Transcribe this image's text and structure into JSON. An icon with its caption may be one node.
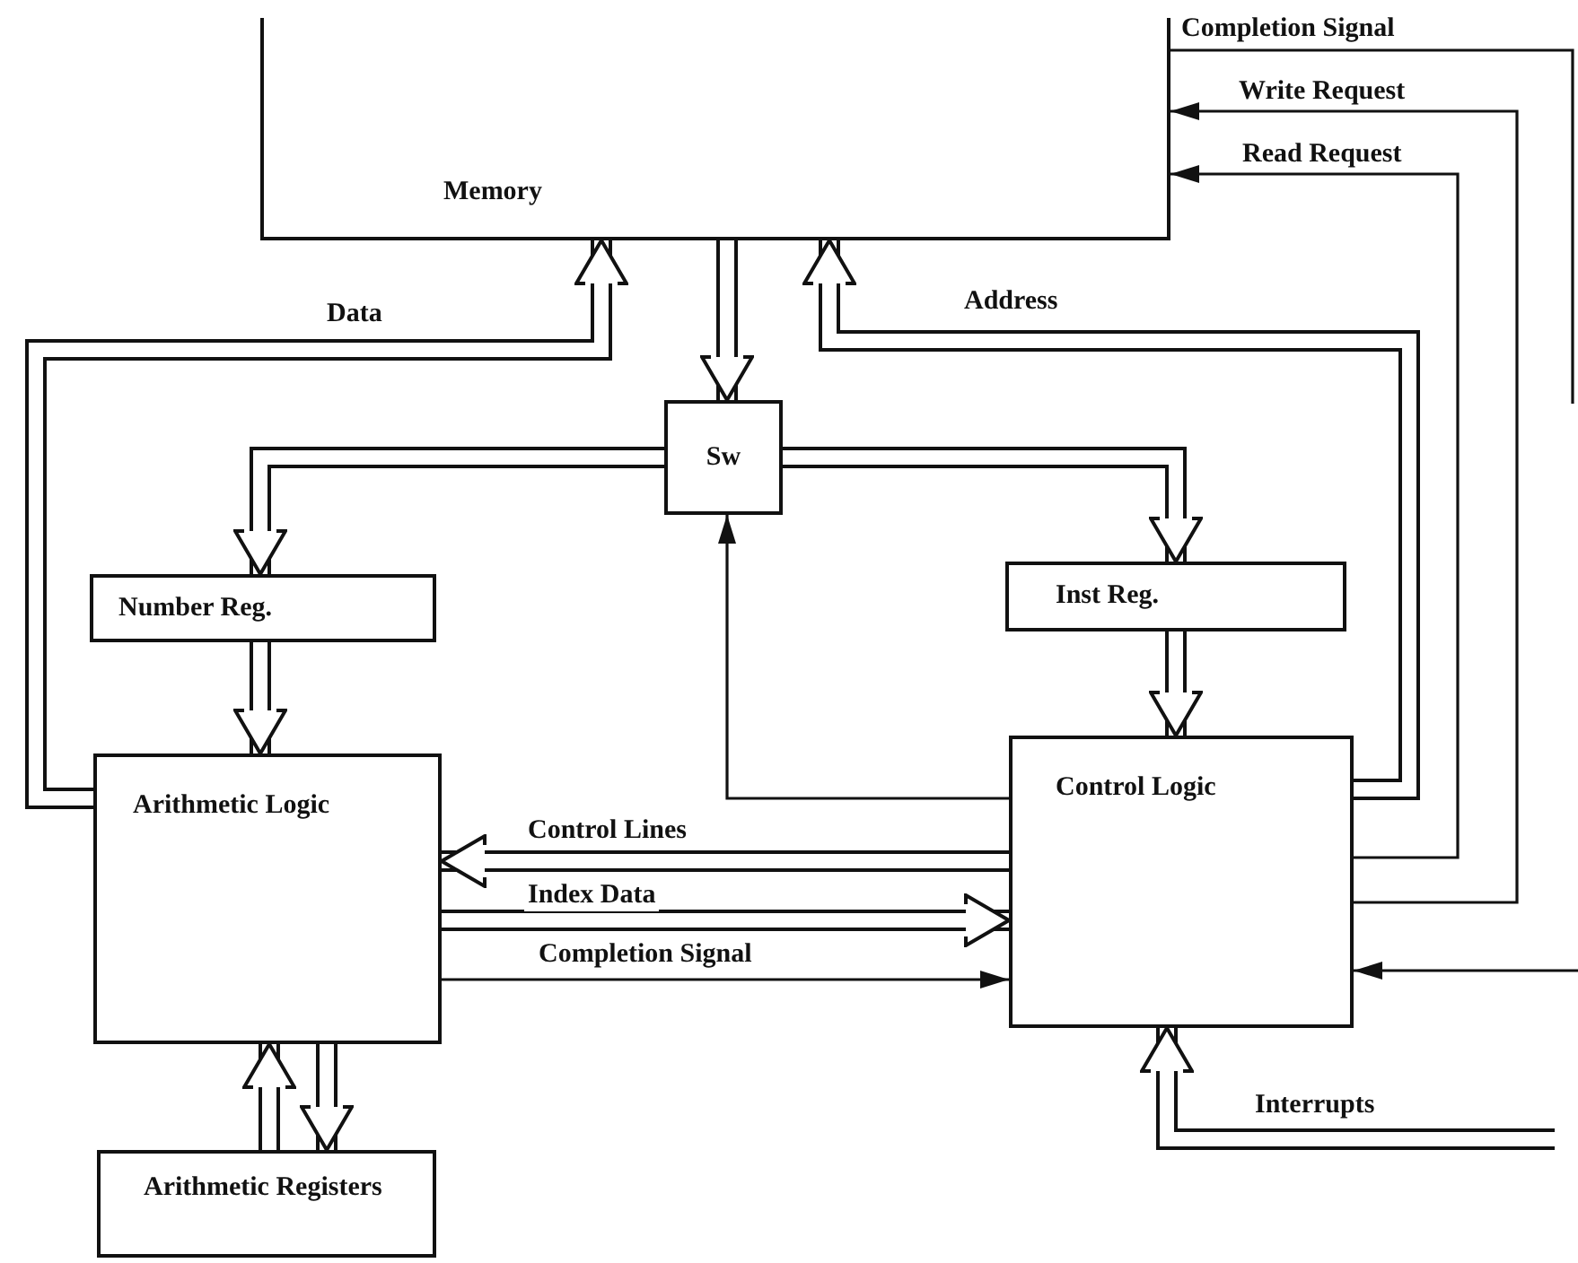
{
  "diagram": {
    "nodes": [
      {
        "text": [
          "Memory"
        ]
      },
      {
        "text": [
          "Sw"
        ]
      },
      {
        "text": [
          "Number Reg."
        ]
      },
      {
        "text": [
          "Inst Reg."
        ]
      },
      {
        "text": [
          "Arithmetic Logic"
        ]
      },
      {
        "text": [
          "Control Logic"
        ]
      },
      {
        "text": [
          "Arithmetic Registers"
        ]
      }
    ],
    "edges": [
      {
        "from": 0,
        "to": 1,
        "arrow": "to"
      },
      {
        "from": 1,
        "to": 2,
        "arrow": "to"
      },
      {
        "from": 1,
        "to": 3,
        "arrow": "to"
      },
      {
        "from": 5,
        "to": 1,
        "arrow": "to"
      },
      {
        "from": 2,
        "to": 4,
        "arrow": "to"
      },
      {
        "from": 3,
        "to": 5,
        "arrow": "to"
      },
      {
        "from": 4,
        "to": 0,
        "arrow": "to",
        "label": "Data"
      },
      {
        "from": 5,
        "to": 0,
        "arrow": "to",
        "label": "Address"
      },
      {
        "from": 5,
        "to": 0,
        "arrow": "to",
        "label": "Read Request"
      },
      {
        "from": 5,
        "to": 0,
        "arrow": "to",
        "label": "Write Request"
      },
      {
        "from": 0,
        "to": null,
        "arrow": "none",
        "label": "Completion Signal"
      },
      {
        "from": 5,
        "to": 4,
        "arrow": "to",
        "label": "Control Lines"
      },
      {
        "from": 4,
        "to": 5,
        "arrow": "to",
        "label": "Index Data"
      },
      {
        "from": 4,
        "to": 5,
        "arrow": "to",
        "label": "Completion Signal"
      },
      {
        "from": null,
        "to": 5,
        "arrow": "to"
      },
      {
        "from": null,
        "to": 5,
        "arrow": "to",
        "label": "Interrupts"
      },
      {
        "from": 6,
        "to": 4,
        "arrow": "to"
      },
      {
        "from": 4,
        "to": 6,
        "arrow": "to"
      }
    ]
  }
}
